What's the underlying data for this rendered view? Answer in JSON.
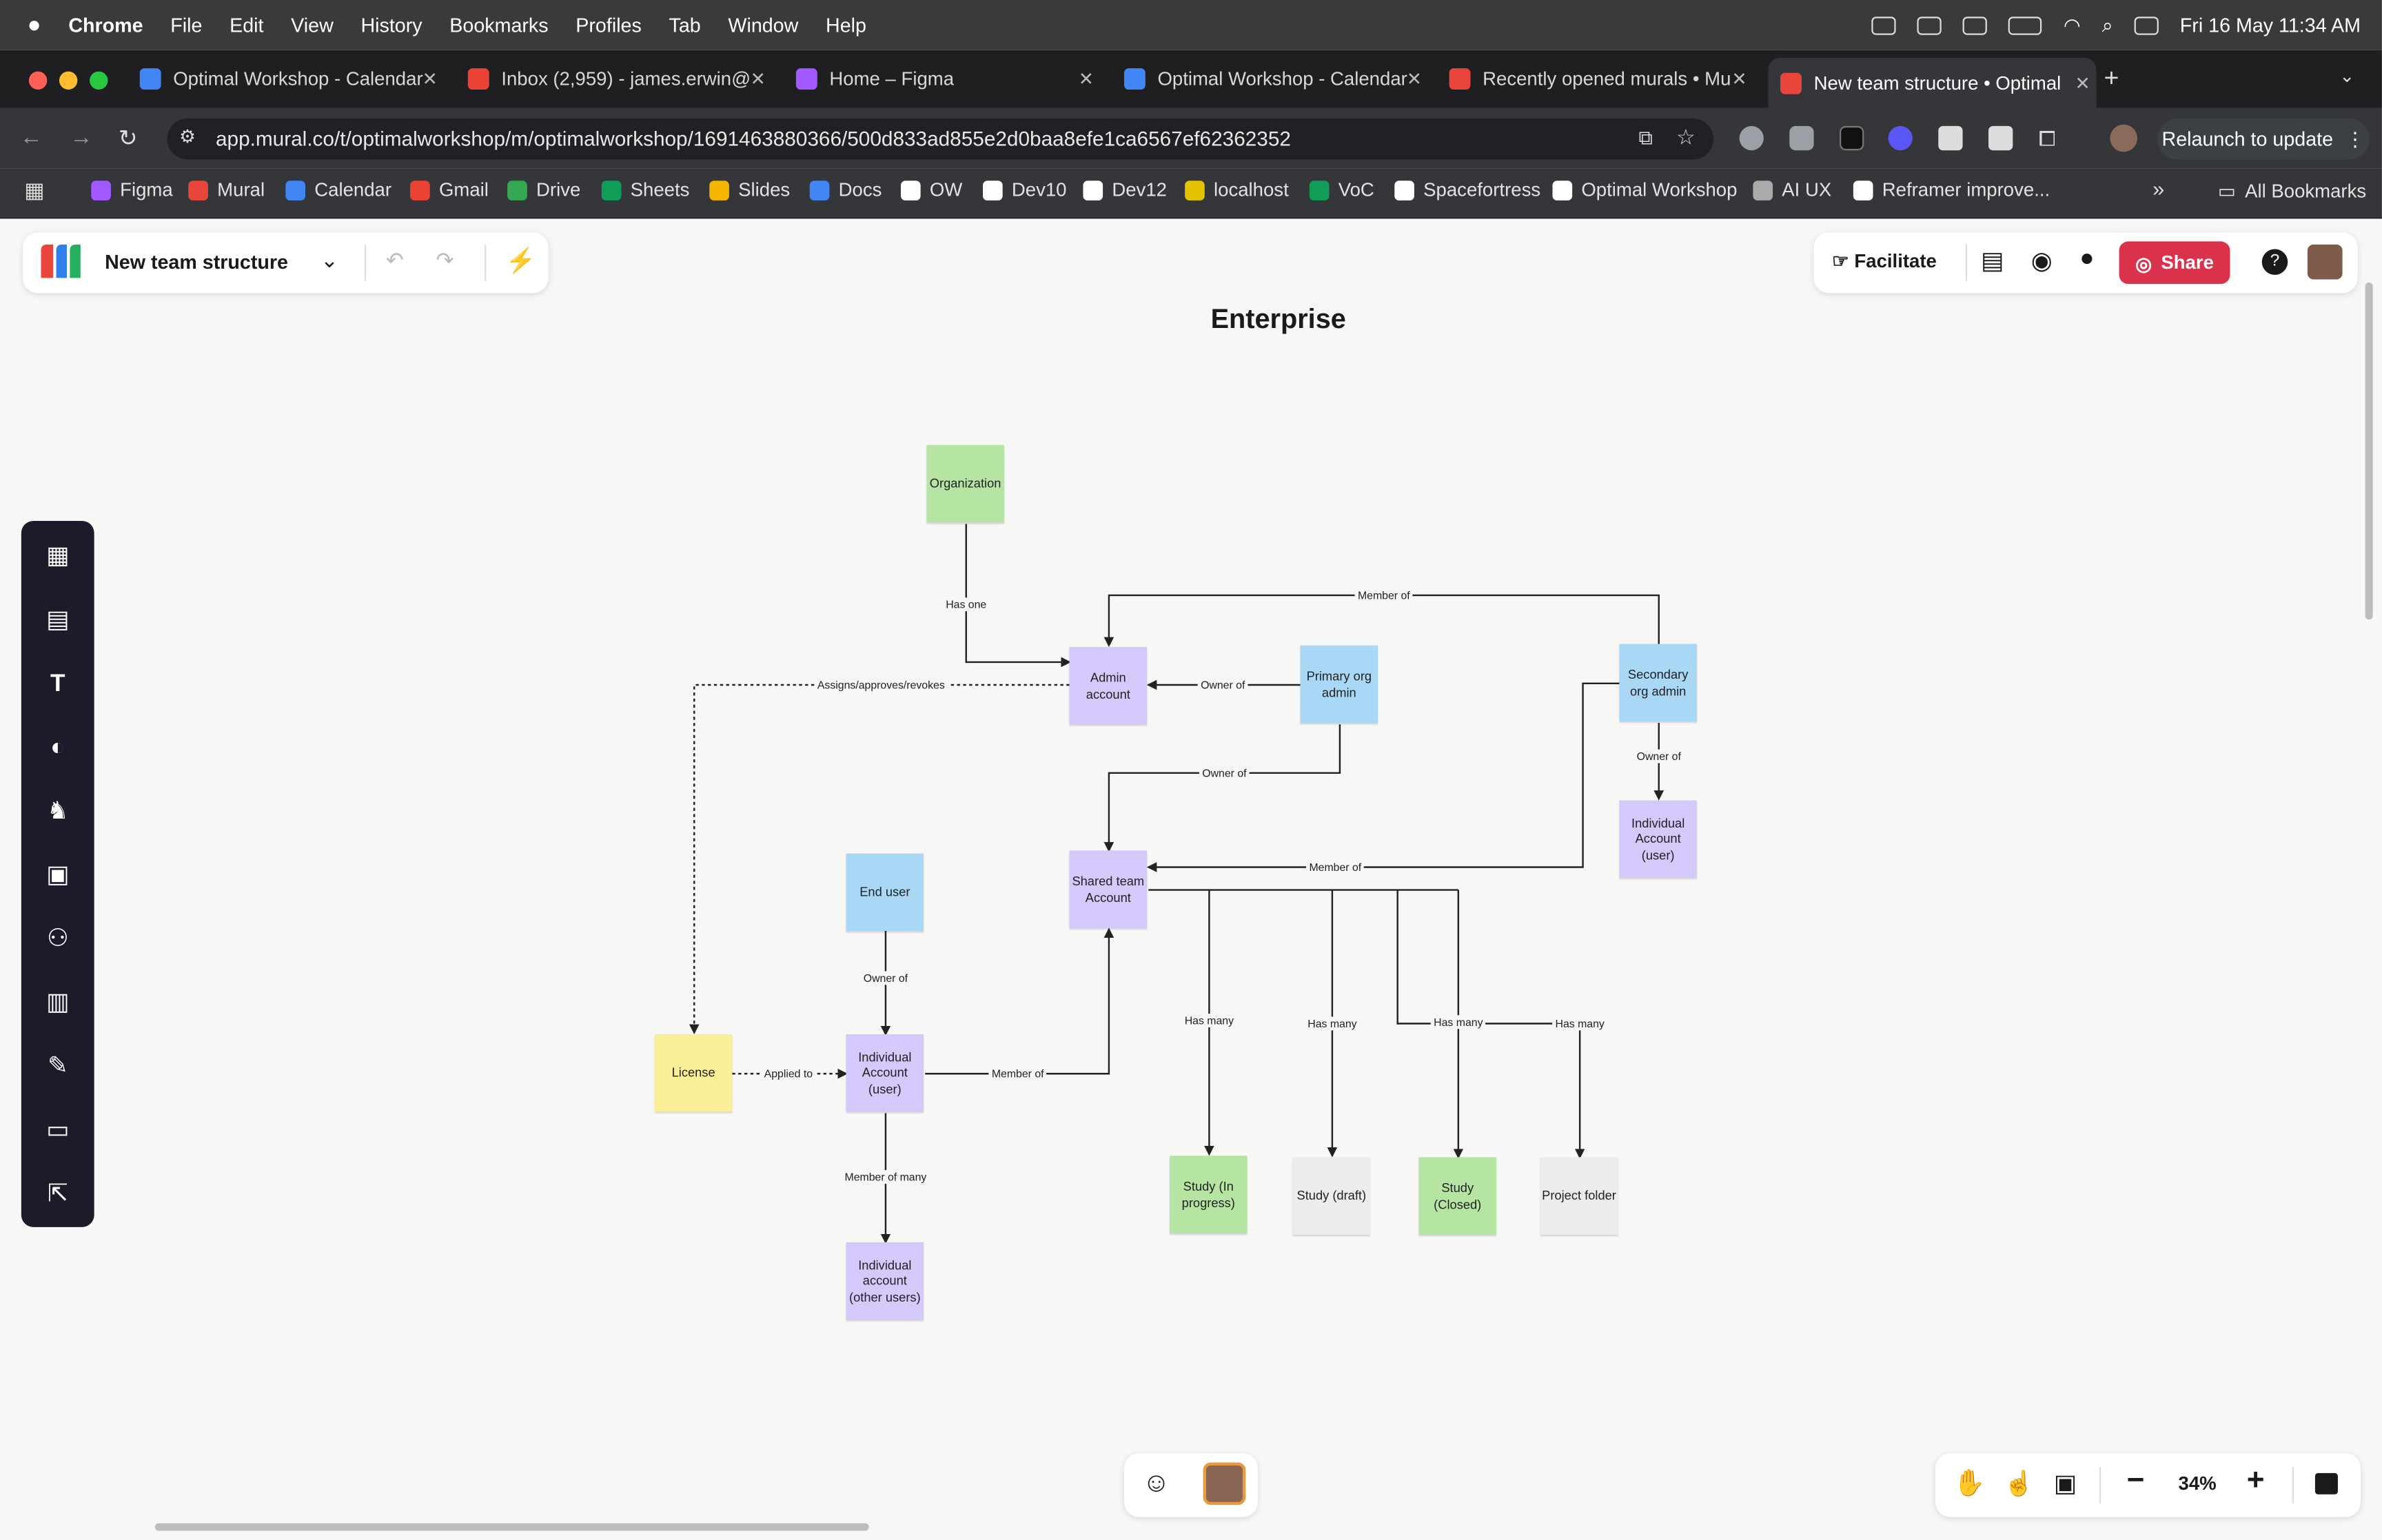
{
  "menubar": {
    "app_name": "Chrome",
    "items": [
      "File",
      "Edit",
      "View",
      "History",
      "Bookmarks",
      "Profiles",
      "Tab",
      "Window",
      "Help"
    ],
    "datetime": "Fri 16 May  11:34 AM"
  },
  "tabs": [
    {
      "title": "Optimal Workshop - Calendar",
      "favicon_color": "#4285f4"
    },
    {
      "title": "Inbox (2,959) - james.erwin@",
      "favicon_color": "#ea4335"
    },
    {
      "title": "Home – Figma",
      "favicon_color": "#a259ff"
    },
    {
      "title": "Optimal Workshop - Calendar",
      "favicon_color": "#4285f4"
    },
    {
      "title": "Recently opened murals • Mu",
      "favicon_color": "#e8453c"
    },
    {
      "title": "New team structure • Optimal",
      "favicon_color": "#e8453c"
    }
  ],
  "address": {
    "url": "app.mural.co/t/optimalworkshop/m/optimalworkshop/1691463880366/500d833ad855e2d0baa8efe1ca6567ef62362352",
    "relaunch_label": "Relaunch to update"
  },
  "bookmarks": [
    {
      "label": "Figma",
      "color": "#a259ff"
    },
    {
      "label": "Mural",
      "color": "#e8453c"
    },
    {
      "label": "Calendar",
      "color": "#4285f4"
    },
    {
      "label": "Gmail",
      "color": "#ea4335"
    },
    {
      "label": "Drive",
      "color": "#34a853"
    },
    {
      "label": "Sheets",
      "color": "#0f9d58"
    },
    {
      "label": "Slides",
      "color": "#f4b400"
    },
    {
      "label": "Docs",
      "color": "#4285f4"
    },
    {
      "label": "OW",
      "color": "#ffffff"
    },
    {
      "label": "Dev10",
      "color": "#ffffff"
    },
    {
      "label": "Dev12",
      "color": "#ffffff"
    },
    {
      "label": "localhost",
      "color": "#e6c300"
    },
    {
      "label": "VoC",
      "color": "#0f9d58"
    },
    {
      "label": "Spacefortress",
      "color": "#ffffff"
    },
    {
      "label": "Optimal Workshop",
      "color": "#ffffff"
    },
    {
      "label": "AI UX",
      "color": "#aaaaaa"
    },
    {
      "label": "Reframer improve...",
      "color": "#ffffff"
    }
  ],
  "all_bookmarks_label": "All Bookmarks",
  "mural": {
    "board_title": "New team structure",
    "facilitate_label": "Facilitate",
    "share_label": "Share",
    "zoom": "34%",
    "canvas_title": "Enterprise"
  },
  "diagram": {
    "nodes": {
      "organization": "Organization",
      "admin_account": "Admin account",
      "primary_org_admin": "Primary org admin",
      "secondary_org_admin": "Secondary org admin",
      "individual_account_user_right": "Individual Account (user)",
      "shared_team_account": "Shared team Account",
      "end_user": "End user",
      "license": "License",
      "individual_account_user": "Individual Account (user)",
      "individual_account_other": "Individual account (other users)",
      "study_in_progress": "Study (In progress)",
      "study_draft": "Study (draft)",
      "study_closed": "Study (Closed)",
      "project_folder": "Project folder"
    },
    "edges": {
      "has_one": "Has one",
      "member_of_top": "Member of",
      "assigns": "Assigns/approves/revokes",
      "owner_of_admin": "Owner of",
      "owner_of_secondary": "Owner of",
      "owner_of_shared": "Owner of",
      "member_of_shared": "Member of",
      "owner_of_enduser": "Owner of",
      "applied_to": "Applied to",
      "member_of_individual": "Member of",
      "member_of_many": "Member of many",
      "has_many_1": "Has many",
      "has_many_2": "Has many",
      "has_many_3": "Has many",
      "has_many_4": "Has many"
    }
  }
}
